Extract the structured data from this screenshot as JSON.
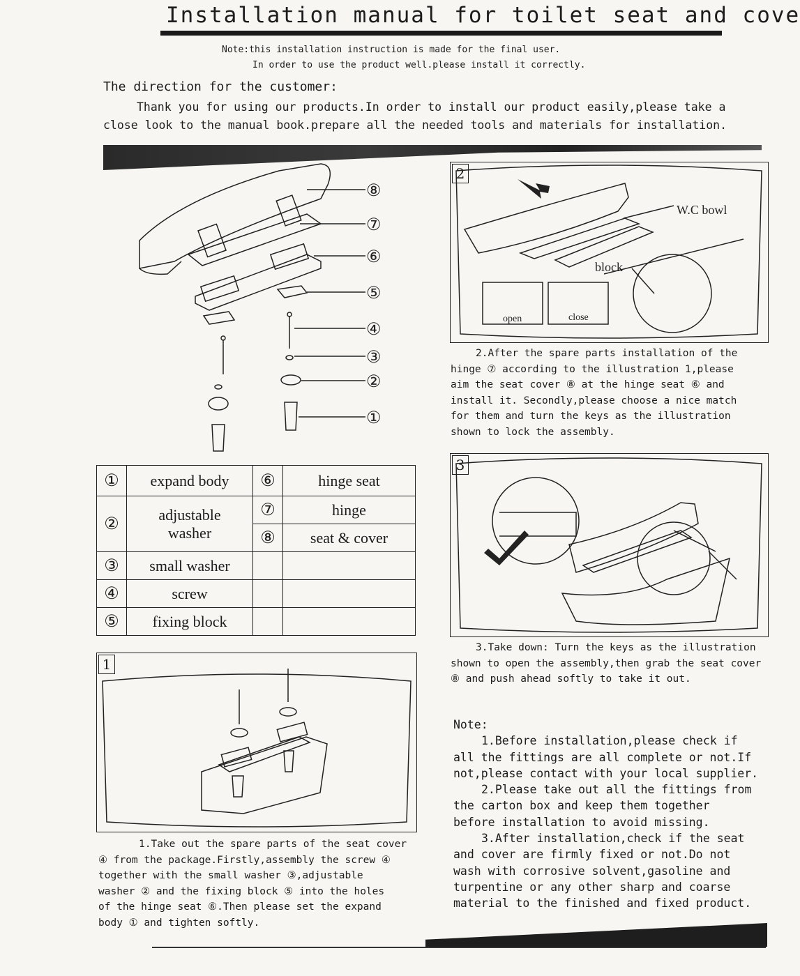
{
  "header": {
    "title": "Installation manual for toilet seat and cover",
    "note_line1": "Note:this installation instruction is made for the final user.",
    "note_line2": "In order to use the product well.please install it correctly."
  },
  "intro": {
    "heading": "The direction for the customer:",
    "line1": "Thank you for using our products.In order to install our product easily,please take a",
    "line2": "close look to the manual book.prepare all the needed tools and materials for installation."
  },
  "exploded_view": {
    "callouts": [
      "⑧",
      "⑦",
      "⑥",
      "⑤",
      "④",
      "③",
      "②",
      "①"
    ]
  },
  "parts_table": {
    "rows": [
      {
        "num": "①",
        "name": "expand body",
        "num2": "⑥",
        "name2": "hinge seat"
      },
      {
        "num": "②",
        "name_l1": "adjustable",
        "name_l2": "washer",
        "num2a": "⑦",
        "name2a": "hinge",
        "num2b": "⑧",
        "name2b": "seat & cover"
      },
      {
        "num": "③",
        "name": "small washer",
        "num2": "",
        "name2": ""
      },
      {
        "num": "④",
        "name": "screw",
        "num2": "",
        "name2": ""
      },
      {
        "num": "⑤",
        "name": "fixing block",
        "num2": "",
        "name2": ""
      }
    ]
  },
  "step1": {
    "number": "1",
    "caption": [
      "1.Take out the spare parts of the seat cover",
      "④ from the package.Firstly,assembly the screw ④",
      "together with the small washer ③,adjustable",
      "washer ② and the fixing block ⑤ into the holes",
      "of the hinge seat ⑥.Then please set the expand",
      "body ① and tighten softly."
    ]
  },
  "step2": {
    "number": "2",
    "label_bowl": "W.C bowl",
    "label_block": "block",
    "label_open": "open",
    "label_close": "close",
    "caption": [
      "2.After the spare parts installation of the",
      "hinge ⑦ according to the illustration 1,please",
      "aim the seat cover ⑧ at the hinge seat ⑥ and",
      "install it. Secondly,please choose a nice match",
      "for them and turn the keys as the illustration",
      "shown to lock the assembly."
    ]
  },
  "step3": {
    "number": "3",
    "caption": [
      "3.Take down: Turn the keys as the illustration",
      "shown to open the assembly,then grab the seat cover",
      "⑧ and push ahead softly to take it out."
    ]
  },
  "notes": {
    "heading": "Note:",
    "lines": [
      "1.Before installation,please check if",
      "all the fittings are all complete or not.If",
      "not,please contact with your local supplier.",
      "2.Please take out all the fittings from",
      "the carton box and keep them together",
      "before installation to avoid missing.",
      "3.After installation,check if the seat",
      "and cover are firmly fixed or not.Do not",
      "wash with corrosive solvent,gasoline and",
      "turpentine or any other sharp and coarse",
      "material to the finished and fixed product."
    ]
  }
}
